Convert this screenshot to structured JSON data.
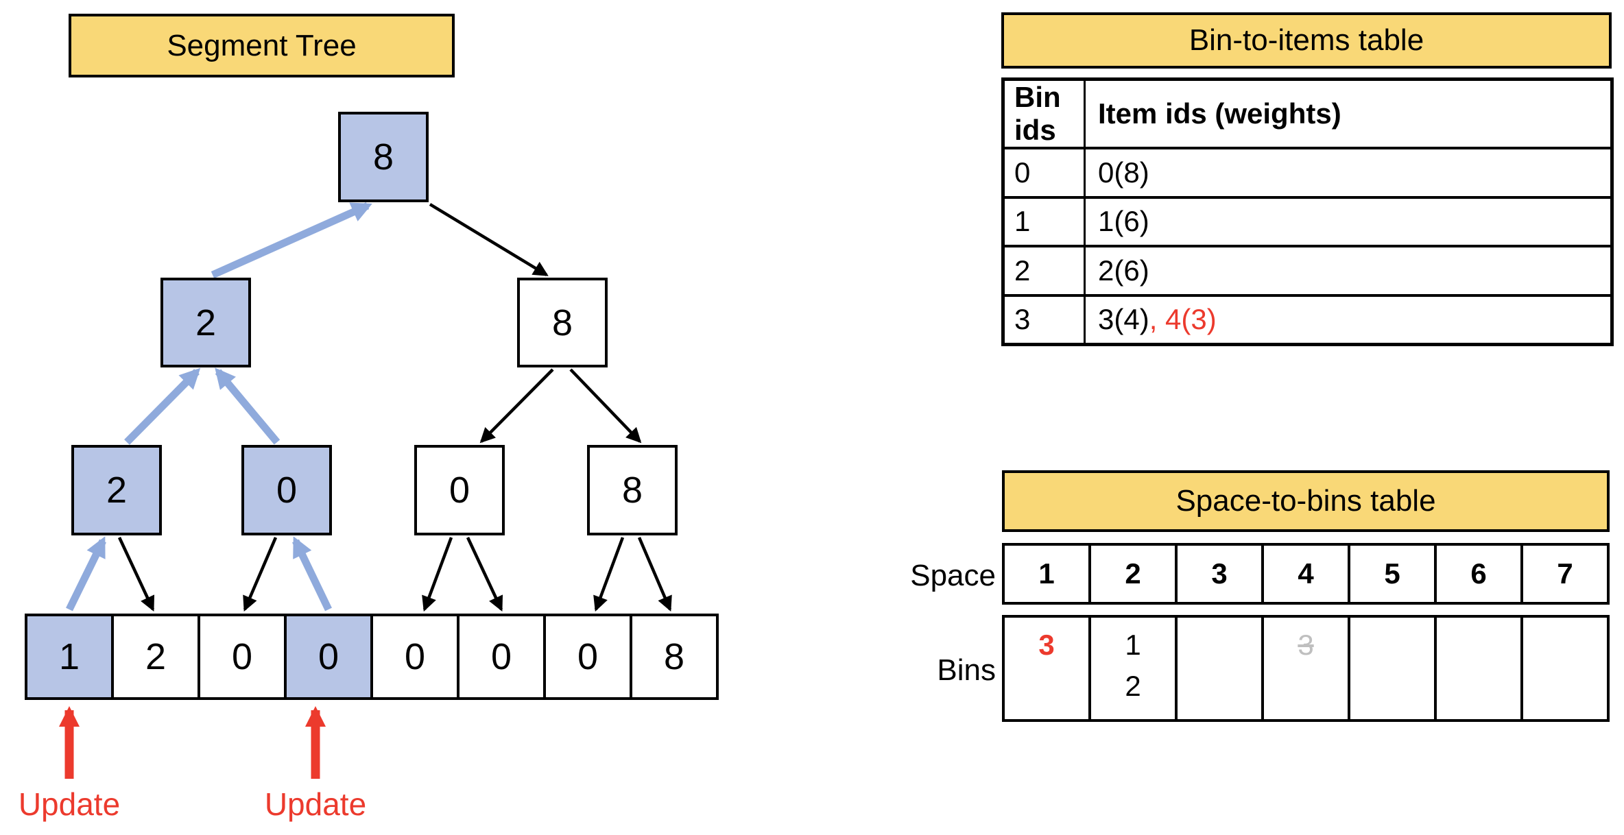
{
  "colors": {
    "banner_yellow": "#F9D877",
    "node_blue": "#B7C5E6",
    "arrow_blue": "#8FAADC",
    "accent_red": "#EC3A2D",
    "strike_gray": "#BFBFBF"
  },
  "segment_tree": {
    "title": "Segment Tree",
    "root": {
      "value": "8",
      "highlight": true
    },
    "level2": [
      {
        "value": "2",
        "highlight": true
      },
      {
        "value": "8",
        "highlight": false
      }
    ],
    "level3": [
      {
        "value": "2",
        "highlight": true
      },
      {
        "value": "0",
        "highlight": true
      },
      {
        "value": "0",
        "highlight": false
      },
      {
        "value": "8",
        "highlight": false
      }
    ],
    "leaves": [
      {
        "value": "1",
        "highlight": true
      },
      {
        "value": "2",
        "highlight": false
      },
      {
        "value": "0",
        "highlight": false
      },
      {
        "value": "0",
        "highlight": true
      },
      {
        "value": "0",
        "highlight": false
      },
      {
        "value": "0",
        "highlight": false
      },
      {
        "value": "0",
        "highlight": false
      },
      {
        "value": "8",
        "highlight": false
      }
    ],
    "update_labels": [
      "Update",
      "Update"
    ]
  },
  "bin_to_items": {
    "title": "Bin-to-items table",
    "columns": [
      "Bin ids",
      "Item ids (weights)"
    ],
    "rows": [
      {
        "bin": "0",
        "items_black": "0(8)",
        "items_red": ""
      },
      {
        "bin": "1",
        "items_black": "1(6)",
        "items_red": ""
      },
      {
        "bin": "2",
        "items_black": "2(6)",
        "items_red": ""
      },
      {
        "bin": "3",
        "items_black": "3(4)",
        "items_red": ", 4(3)"
      }
    ]
  },
  "space_to_bins": {
    "title": "Space-to-bins table",
    "row_labels": [
      "Space",
      "Bins"
    ],
    "space_values": [
      "1",
      "2",
      "3",
      "4",
      "5",
      "6",
      "7"
    ],
    "bins_cells": [
      {
        "entries": [
          {
            "text": "3",
            "style": "red-bold"
          }
        ]
      },
      {
        "entries": [
          {
            "text": "1",
            "style": "normal"
          },
          {
            "text": "2",
            "style": "normal"
          }
        ]
      },
      {
        "entries": []
      },
      {
        "entries": [
          {
            "text": "3",
            "style": "gray-strike"
          }
        ]
      },
      {
        "entries": []
      },
      {
        "entries": []
      },
      {
        "entries": []
      }
    ]
  }
}
